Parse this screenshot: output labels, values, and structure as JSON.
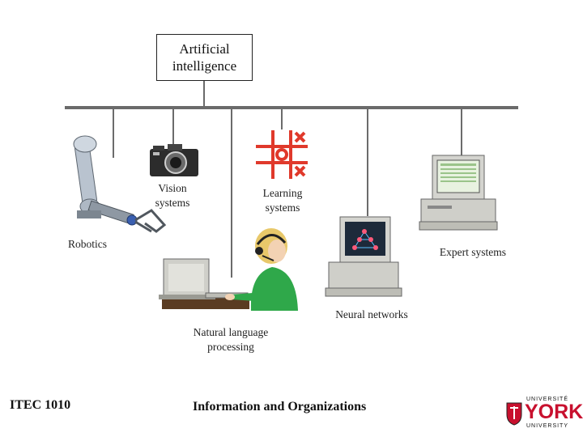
{
  "diagram": {
    "root": "Artificial\nintelligence",
    "branches": {
      "robotics": "Robotics",
      "vision": "Vision\nsystems",
      "learning": "Learning\nsystems",
      "natural_language": "Natural language\nprocessing",
      "neural_networks": "Neural networks",
      "expert_systems": "Expert systems"
    }
  },
  "footer": {
    "course": "ITEC 1010",
    "title": "Information and Organizations",
    "logo_text": [
      "UNIVERSITÉ",
      "YORK",
      "UNIVERSITY"
    ]
  },
  "colors": {
    "accent": "#e0392b",
    "bus": "#6b6b6b",
    "clothing": "#2fa84a"
  }
}
